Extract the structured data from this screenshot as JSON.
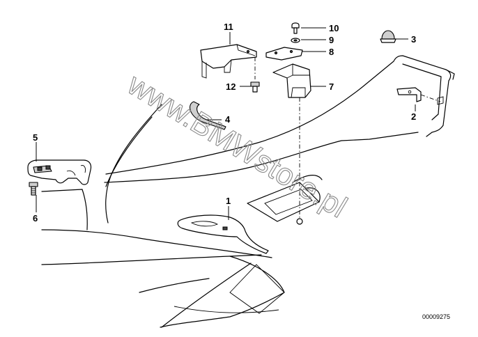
{
  "diagram": {
    "watermark": "www.BMWstore.pl",
    "drawing_number": "00009275",
    "callouts": [
      "1",
      "2",
      "3",
      "4",
      "5",
      "6",
      "7",
      "8",
      "9",
      "10",
      "11",
      "12"
    ]
  }
}
